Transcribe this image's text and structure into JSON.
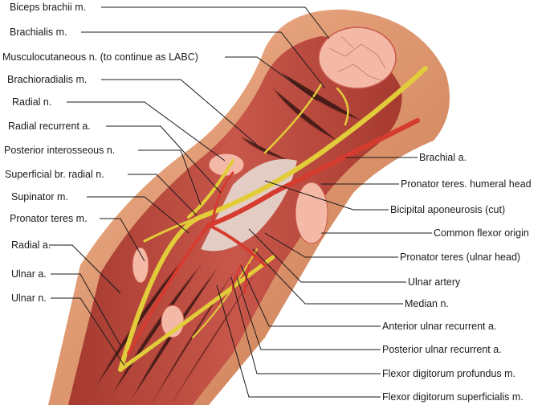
{
  "labels_left": [
    "Biceps brachii m.",
    "Brachialis m.",
    "Musculocutaneous n. (to continue as LABC)",
    "Brachioradialis m.",
    "Radial n.",
    "Radial recurrent a.",
    "Posterior interosseous n.",
    "Superficial br. radial n.",
    "Supinator m.",
    "Pronator teres m.",
    "Radial a.",
    "Ulnar a.",
    "Ulnar n."
  ],
  "labels_right": [
    "Brachial a.",
    "Pronator teres. humeral head",
    "Bicipital aponeurosis (cut)",
    "Common flexor origin",
    "Pronator teres (ulnar head)",
    "Ulnar artery",
    "Median n.",
    "Anterior ulnar recurrent a.",
    "Posterior ulnar recurrent a.",
    "Flexor digitorum profundus m.",
    "Flexor digitorum superficialis m."
  ],
  "colors": {
    "skin": "#e7a47d",
    "skin_dark": "#c9784f",
    "muscle": "#b8483c",
    "muscle_light": "#d06a58",
    "tendon": "#f4b9a6",
    "nerve": "#e2cc3a",
    "artery": "#d63b2f",
    "aponeurosis": "#e8e2da"
  }
}
